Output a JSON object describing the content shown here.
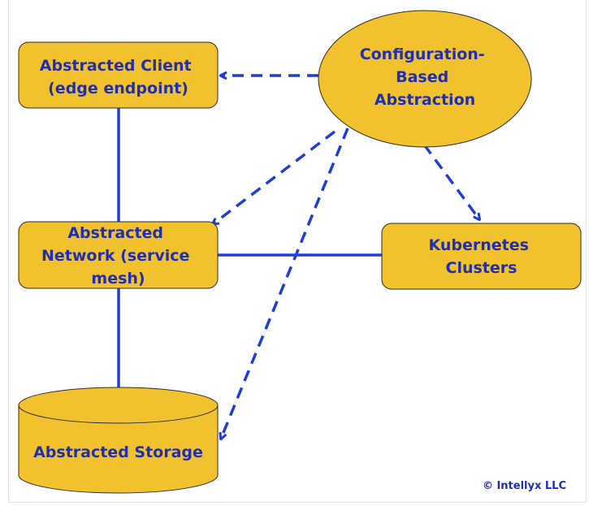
{
  "colors": {
    "node_fill": "#f2c12e",
    "node_stroke": "#2d2d2d",
    "text": "#1f2fb0",
    "connector": "#1f3fd0",
    "credit": "#1f2fb0"
  },
  "nodes": {
    "client": {
      "lines": [
        "Abstracted Client",
        "(edge endpoint)"
      ]
    },
    "config": {
      "lines": [
        "Configuration-",
        "Based",
        "Abstraction"
      ]
    },
    "network": {
      "lines": [
        "Abstracted",
        "Network (service",
        "mesh)"
      ]
    },
    "kubernetes": {
      "lines": [
        "Kubernetes",
        "Clusters"
      ]
    },
    "storage": {
      "lines": [
        "Abstracted Storage"
      ]
    }
  },
  "credit": "© Intellyx LLC"
}
